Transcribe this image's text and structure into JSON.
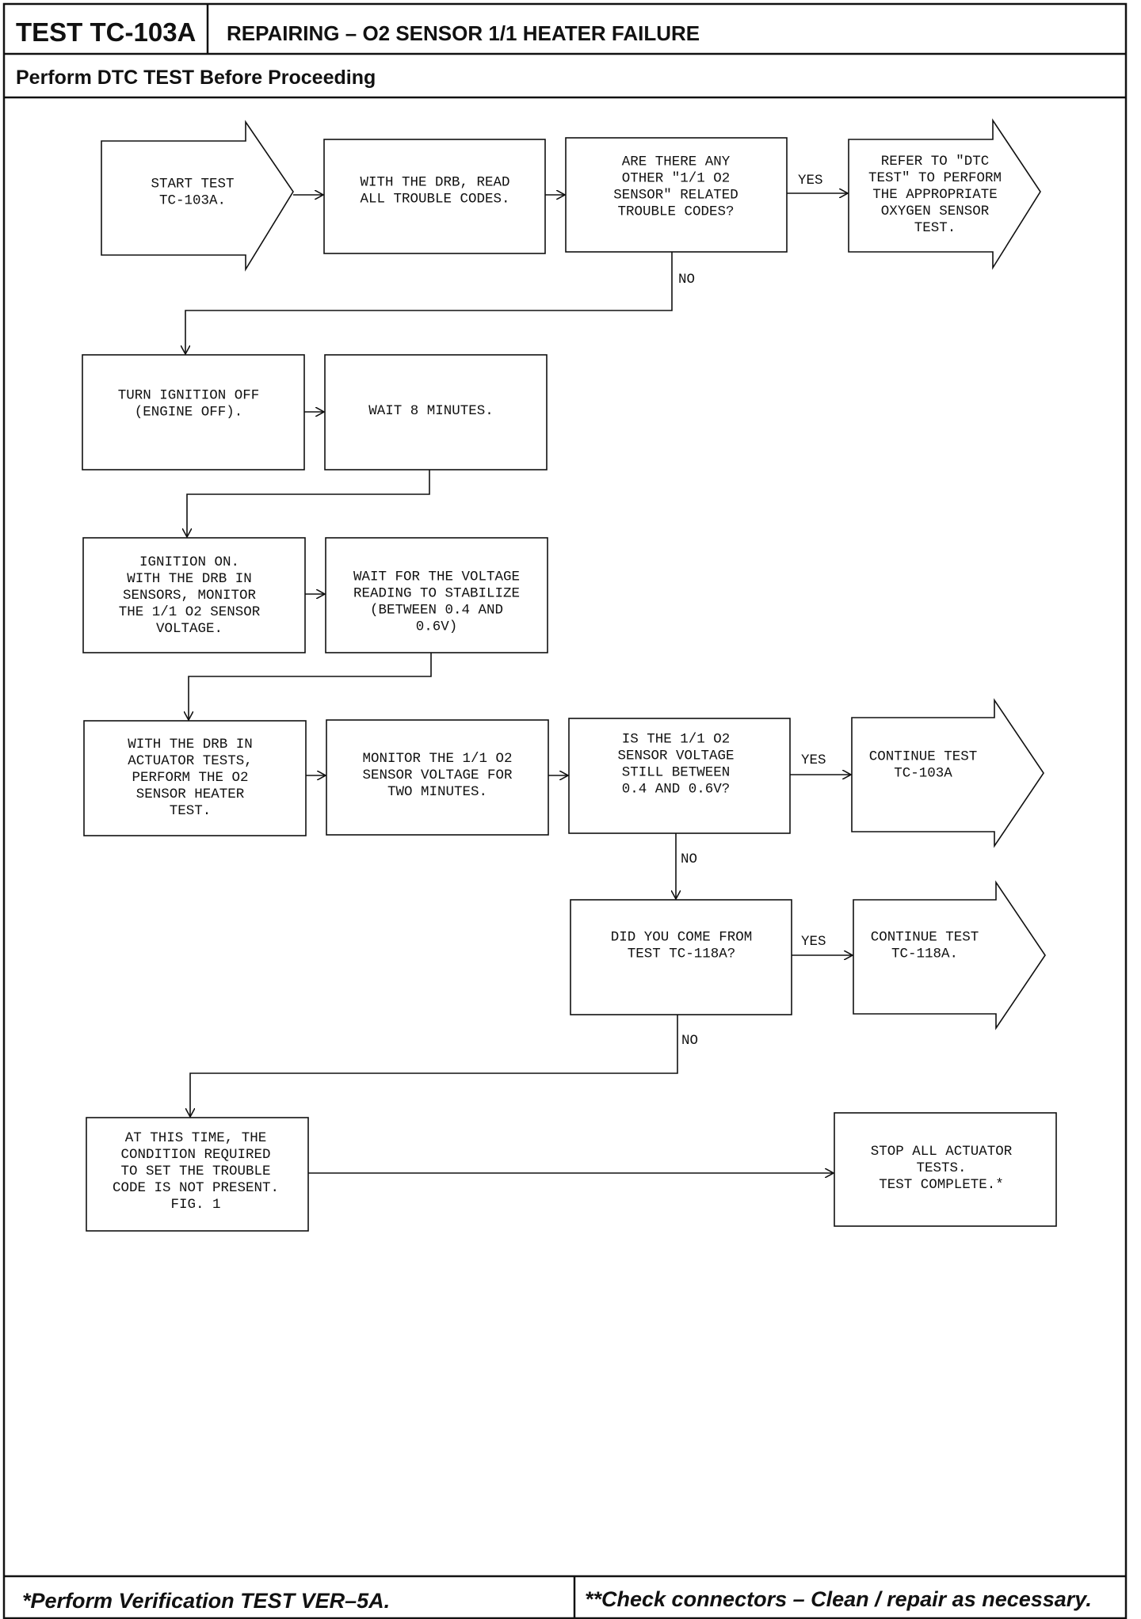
{
  "header": {
    "test_id": "TEST TC-103A",
    "title": "REPAIRING – O2 SENSOR 1/1 HEATER FAILURE",
    "subtitle": "Perform DTC TEST Before Proceeding"
  },
  "nodes": {
    "start": [
      "START TEST",
      "TC-103A."
    ],
    "read_codes": [
      "WITH THE DRB, READ",
      "ALL TROUBLE CODES."
    ],
    "q_other_codes": [
      "ARE THERE ANY",
      "OTHER \"1/1 O2",
      "SENSOR\" RELATED",
      "TROUBLE CODES?"
    ],
    "refer_dtc": [
      "REFER TO \"DTC",
      "TEST\" TO PERFORM",
      "THE APPROPRIATE",
      "OXYGEN SENSOR",
      "TEST."
    ],
    "ignition_off": [
      "TURN IGNITION OFF",
      "(ENGINE OFF)."
    ],
    "wait_8": [
      "WAIT 8 MINUTES."
    ],
    "ignition_on": [
      "IGNITION ON.",
      "WITH THE DRB IN",
      "SENSORS, MONITOR",
      "THE 1/1 O2 SENSOR",
      "VOLTAGE."
    ],
    "wait_stabilize": [
      "WAIT FOR THE VOLTAGE",
      "READING TO STABILIZE",
      "(BETWEEN 0.4 AND",
      "0.6V)"
    ],
    "actuator": [
      "WITH THE DRB IN",
      "ACTUATOR TESTS,",
      "PERFORM THE O2",
      "SENSOR HEATER",
      "TEST."
    ],
    "monitor_2min": [
      "MONITOR THE 1/1 O2",
      "SENSOR VOLTAGE FOR",
      "TWO MINUTES."
    ],
    "q_still_between": [
      "IS THE 1/1 O2",
      "SENSOR VOLTAGE",
      "STILL BETWEEN",
      "0.4 AND 0.6V?"
    ],
    "continue_103a": [
      "CONTINUE TEST",
      "TC-103A"
    ],
    "q_came_from": [
      "DID YOU COME FROM",
      "TEST TC-118A?"
    ],
    "continue_118a": [
      "CONTINUE TEST",
      "TC-118A."
    ],
    "condition_absent": [
      "AT THIS TIME, THE",
      "CONDITION REQUIRED",
      "TO SET THE TROUBLE",
      "CODE IS NOT PRESENT.",
      "FIG. 1"
    ],
    "stop_all": [
      "STOP ALL ACTUATOR",
      "TESTS.",
      "TEST COMPLETE.*"
    ]
  },
  "labels": {
    "yes": "YES",
    "no": "NO"
  },
  "footer": {
    "left": "*Perform Verification TEST VER–5A.",
    "right": "**Check connectors – Clean / repair as necessary."
  }
}
